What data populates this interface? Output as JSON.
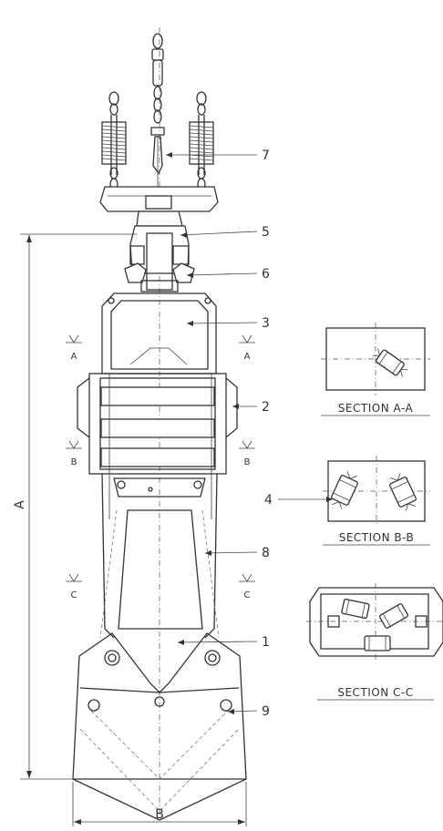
{
  "callouts": {
    "c1": "1",
    "c2": "2",
    "c3": "3",
    "c4": "4",
    "c5": "5",
    "c6": "6",
    "c7": "7",
    "c8": "8",
    "c9": "9"
  },
  "dimensions": {
    "height": "A",
    "width": "B"
  },
  "section_marks": {
    "a_left": "A",
    "a_right": "A",
    "b_left": "B",
    "b_right": "B",
    "c_left": "C",
    "c_right": "C"
  },
  "section_views": {
    "aa": "SECTION  A-A",
    "bb": "SECTION  B-B",
    "cc": "SECTION  C-C"
  }
}
